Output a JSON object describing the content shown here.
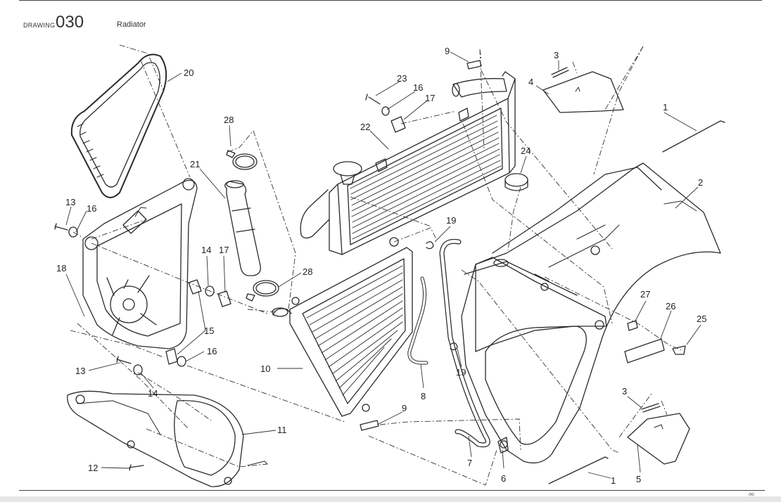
{
  "header": {
    "drawing_label": "DRAWING",
    "drawing_number": "030",
    "title": "Radiator"
  },
  "footer": {
    "page_mark": "oo"
  },
  "callouts": [
    "20",
    "28",
    "21",
    "13",
    "16",
    "18",
    "14",
    "17",
    "15",
    "28",
    "13",
    "14",
    "16",
    "12",
    "11",
    "9",
    "23",
    "16",
    "17",
    "22",
    "10",
    "19",
    "8",
    "19",
    "9",
    "7",
    "6",
    "3",
    "4",
    "1",
    "24",
    "2",
    "27",
    "26",
    "25",
    "3",
    "5",
    "1"
  ]
}
